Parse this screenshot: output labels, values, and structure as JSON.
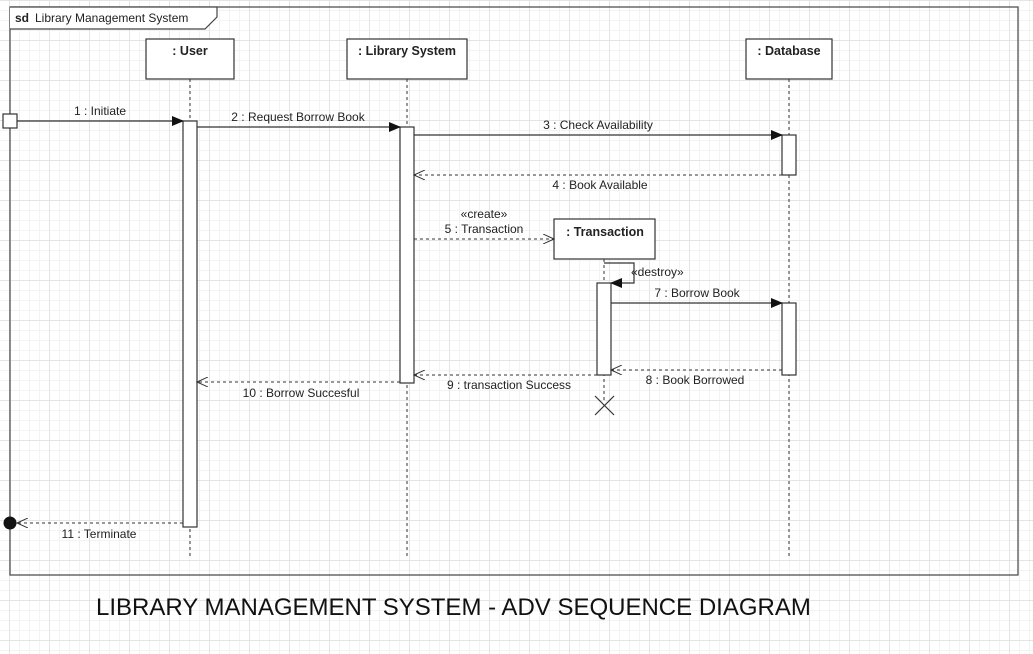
{
  "frame": {
    "keyword": "sd",
    "title": "Library Management System"
  },
  "participants": {
    "user": ": User",
    "library_system": ": Library System",
    "database": ": Database",
    "transaction": ": Transaction"
  },
  "messages": {
    "m1": "1 : Initiate",
    "m2": "2 : Request Borrow Book",
    "m3": "3 : Check Availability",
    "m4": "4 : Book Available",
    "m5_stereotype": "«create»",
    "m5": "5 : Transaction",
    "m6_stereotype": "«destroy»",
    "m7": "7 : Borrow Book",
    "m8": "8 : Book Borrowed",
    "m9": "9 : transaction Success",
    "m10": "10 : Borrow Succesful",
    "m11": "11 : Terminate"
  },
  "caption": "LIBRARY MANAGEMENT SYSTEM - ADV SEQUENCE DIAGRAM"
}
